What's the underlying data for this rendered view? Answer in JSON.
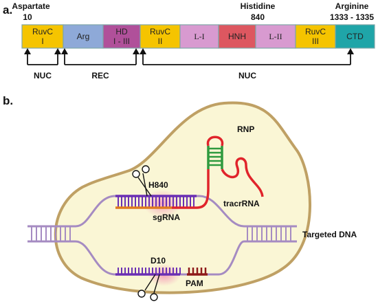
{
  "panel_a": {
    "label": "a.",
    "top_labels": {
      "aspartate": "Aspartate",
      "aspartate_pos": "10",
      "histidine": "Histidine",
      "histidine_pos": "840",
      "arginine": "Arginine",
      "arginine_pos": "1333 - 1335"
    },
    "domains": [
      {
        "line1": "RuvC",
        "line2": "I",
        "color": "#F5C400"
      },
      {
        "line1": "Arg",
        "line2": "",
        "color": "#8EA9D8"
      },
      {
        "line1": "HD",
        "line2": "I - III",
        "color": "#B0509A"
      },
      {
        "line1": "RuvC",
        "line2": "II",
        "color": "#F5C400"
      },
      {
        "line1": "L-I",
        "line2": "",
        "color": "#D89AD0"
      },
      {
        "line1": "HNH",
        "line2": "",
        "color": "#DD5760"
      },
      {
        "line1": "L-II",
        "line2": "",
        "color": "#D89AD0"
      },
      {
        "line1": "RuvC",
        "line2": "III",
        "color": "#F5C400"
      },
      {
        "line1": "CTD",
        "line2": "",
        "color": "#1FA5A8"
      }
    ],
    "brackets": {
      "nuc_left": "NUC",
      "rec": "REC",
      "nuc_right": "NUC"
    }
  },
  "panel_b": {
    "label": "b.",
    "rnp": "RNP",
    "h840": "H840",
    "sgrna": "sgRNA",
    "tracrrna": "tracrRNA",
    "d10": "D10",
    "pam": "PAM",
    "targeted_dna": "Targeted DNA"
  },
  "colors": {
    "rnp_fill": "#FAF6D5",
    "rnp_stroke": "#BFA064",
    "dna": "#A58BC2",
    "target_strand": "#6A2FB3",
    "guide_strand": "#E07A1E",
    "rna": "#E0242B",
    "hairpin": "#2E9A3E",
    "pam": "#8E1A1A",
    "glow": "#F5A0B8"
  }
}
